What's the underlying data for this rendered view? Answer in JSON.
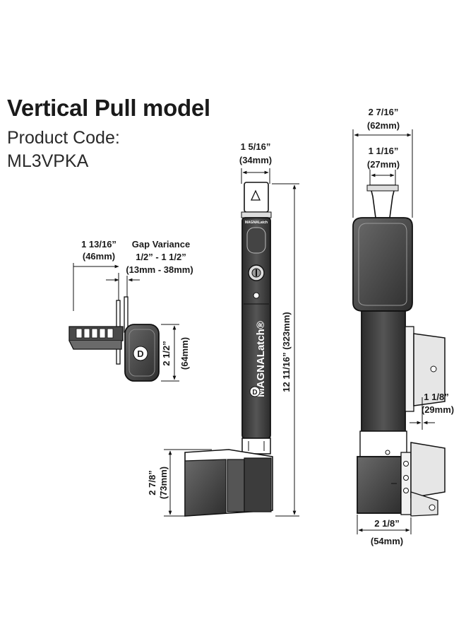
{
  "header": {
    "title": "Vertical Pull model",
    "code_label": "Product Code:",
    "code_value": "ML3VPKA"
  },
  "side_view": {
    "width_in": "1 13/16”",
    "width_mm": "(46mm)",
    "gap_label": "Gap Variance",
    "gap_in": "1/2” - 1 1/2”",
    "gap_mm": "(13mm - 38mm)",
    "height_in": "2 1/2”",
    "height_mm": "(64mm)"
  },
  "front_view": {
    "width_in": "1 5/16”",
    "width_mm": "(34mm)",
    "length": "12 11/16” (323mm)",
    "base_in": "2 7/8”",
    "base_mm": "(73mm)",
    "brand_small": "MAGNALatch",
    "brand_large": "MAGNALatch®",
    "logo_letter": "D"
  },
  "profile_view": {
    "top_width_in": "2 7/16”",
    "top_width_mm": "(62mm)",
    "knob_in": "1 1/16”",
    "knob_mm": "(27mm)",
    "offset_in": "1 1/8”",
    "offset_mm": "(29mm)",
    "base_in": "2 1/8”",
    "base_mm": "(54mm)"
  },
  "colors": {
    "body": "#3a3a3a",
    "body_light": "#5a5a5a",
    "outline": "#111111",
    "bracket": "#e6e6e6"
  }
}
